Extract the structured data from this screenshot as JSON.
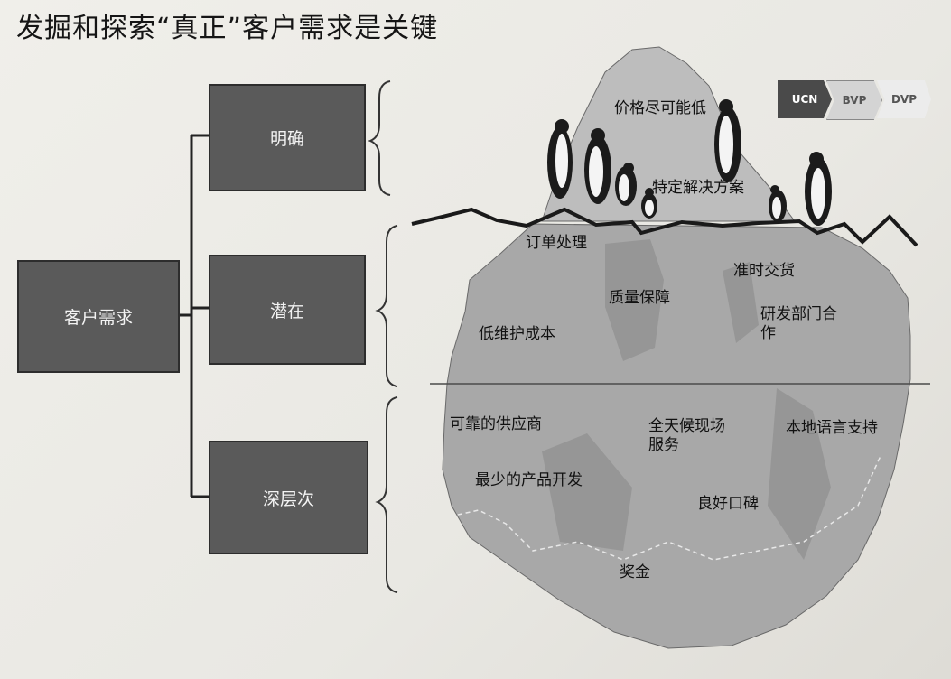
{
  "title": "发掘和探索“真正”客户需求是关键",
  "tree": {
    "root": "客户需求",
    "levels": [
      "明确",
      "潜在",
      "深层次"
    ]
  },
  "legend": {
    "items": [
      "UCN",
      "BVP",
      "DVP"
    ],
    "colors": [
      "#4a4a4a",
      "#d4d4d4",
      "#ececec"
    ]
  },
  "iceberg": {
    "above_water": [
      "价格尽可能低",
      "特定解决方案"
    ],
    "latent": [
      "订单处理",
      "准时交货",
      "质量保障",
      "低维护成本",
      "研发部门合作"
    ],
    "deep": [
      "可靠的供应商",
      "全天候现场服务",
      "本地语言支持",
      "最少的产品开发",
      "良好口碑",
      "奖金"
    ]
  },
  "colors": {
    "box_fill": "#5a5a5a",
    "iceberg_top": "#bdbdbd",
    "iceberg_body": "#a8a8a8",
    "waterline": "#1a1a1a"
  }
}
